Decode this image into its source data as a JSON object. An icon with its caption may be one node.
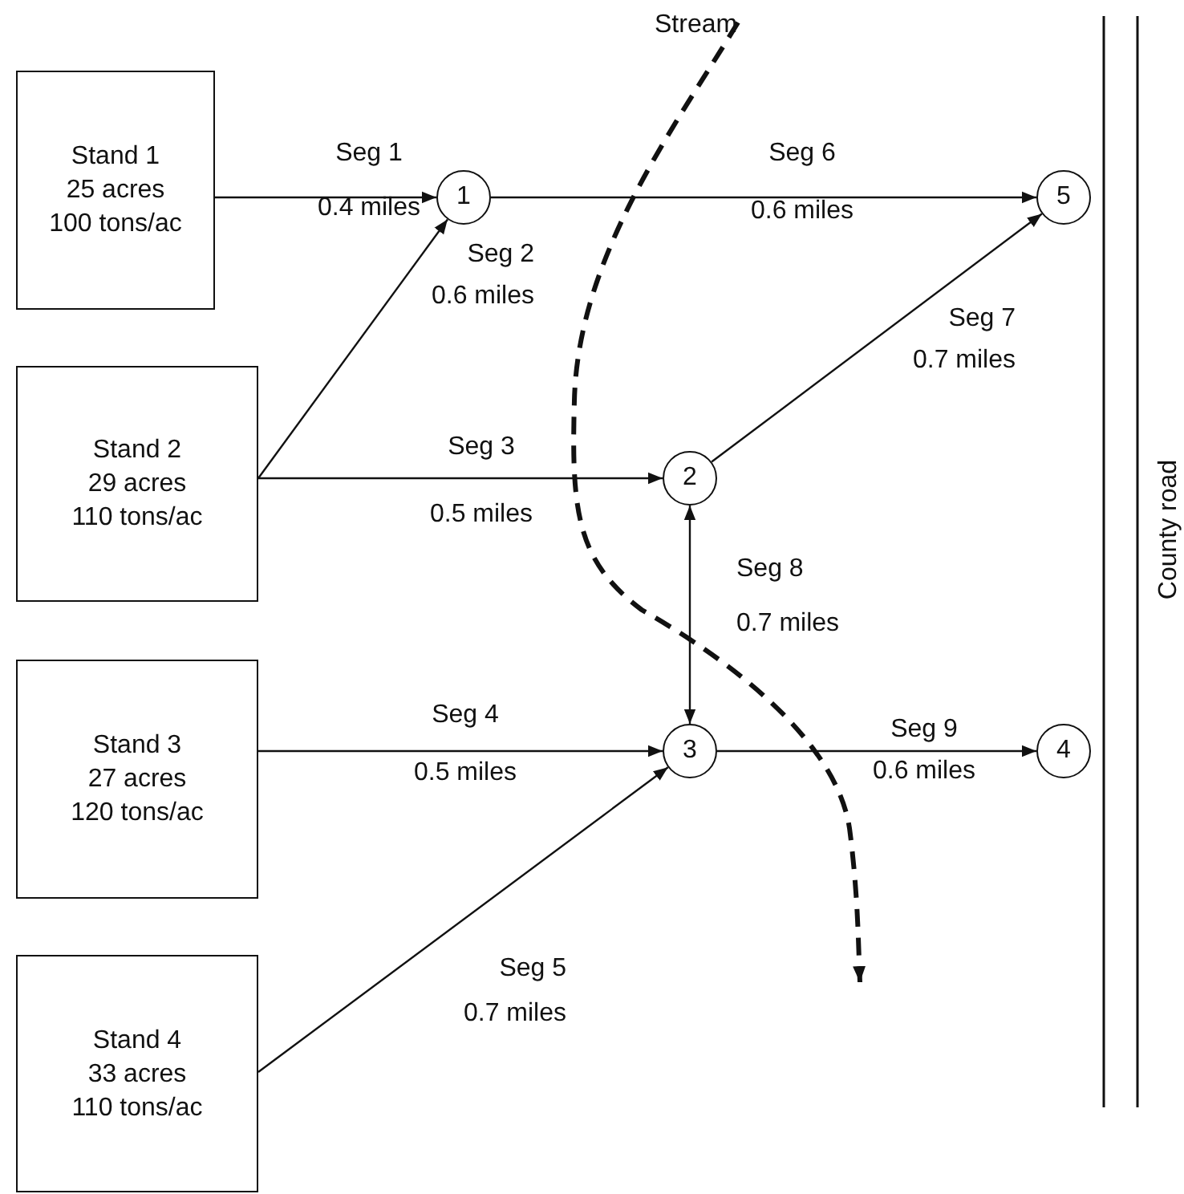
{
  "diagram": {
    "nodes": [
      {
        "text": [
          "Stand 1",
          "25 acres",
          "100 tons/ac"
        ]
      },
      {
        "text": [
          "Stand 2",
          "29 acres",
          "110 tons/ac"
        ]
      },
      {
        "text": [
          "Stand 3",
          "27 acres",
          "120 tons/ac"
        ]
      },
      {
        "text": [
          "Stand 4",
          "33 acres",
          "110 tons/ac"
        ]
      },
      {
        "text": [
          "1"
        ]
      },
      {
        "text": [
          "2"
        ]
      },
      {
        "text": [
          "3"
        ]
      },
      {
        "text": [
          "4"
        ]
      },
      {
        "text": [
          "5"
        ]
      }
    ],
    "edges": [
      {
        "from": 0,
        "to": 4,
        "arrow": "to",
        "label": "Seg 1 0.4 miles"
      },
      {
        "from": 1,
        "to": 4,
        "arrow": "to",
        "label": "Seg 2 0.6 miles"
      },
      {
        "from": 1,
        "to": 5,
        "arrow": "to",
        "label": "Seg 3 0.5 miles"
      },
      {
        "from": 2,
        "to": 6,
        "arrow": "to",
        "label": "Seg 4 0.5 miles"
      },
      {
        "from": 3,
        "to": 6,
        "arrow": "to",
        "label": "Seg 5 0.7 miles"
      },
      {
        "from": 4,
        "to": 8,
        "arrow": "to",
        "label": "Seg 6 0.6 miles"
      },
      {
        "from": 5,
        "to": 8,
        "arrow": "to",
        "label": "Seg 7 0.7 miles"
      },
      {
        "from": 5,
        "to": 6,
        "arrow": "both",
        "label": "Seg 8 0.7 miles"
      },
      {
        "from": 6,
        "to": 7,
        "arrow": "to",
        "label": "Seg 9 0.6 miles"
      }
    ],
    "labels": [
      "Stream",
      "County road"
    ]
  }
}
